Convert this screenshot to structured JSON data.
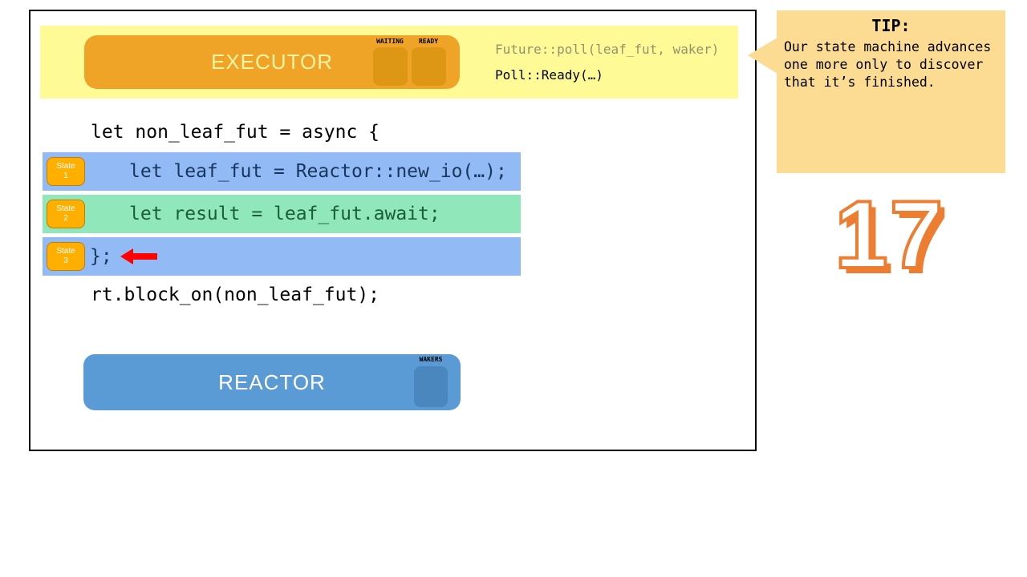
{
  "slide": {
    "executor": {
      "title": "EXECUTOR",
      "waiting_label": "WAITING",
      "ready_label": "READY",
      "poll_call_old": "Future::poll(leaf_fut, waker)",
      "poll_result_new": "Poll::Ready(…)"
    },
    "code": {
      "line_open": "let non_leaf_fut = async {",
      "rows": [
        {
          "state_label": "State",
          "state_num": "1",
          "code": "let leaf_fut = Reactor::new_io(…);"
        },
        {
          "state_label": "State",
          "state_num": "2",
          "code": "let result = leaf_fut.await;"
        },
        {
          "state_label": "State",
          "state_num": "3",
          "code": "};"
        }
      ],
      "line_block_on": "rt.block_on(non_leaf_fut);"
    },
    "reactor": {
      "title": "REACTOR",
      "wakers_label": "WAKERS"
    }
  },
  "tip": {
    "title": "TIP:",
    "body_lines": [
      "Our state machine advances",
      "one more only to discover",
      "that it’s finished."
    ]
  },
  "page_number": "17",
  "colors": {
    "banner_bg": "#FEFB96",
    "executor_bg": "#EFA327",
    "executor_slot_bg": "#DD9714",
    "row_blue_bg": "#92BAF4",
    "row_blue_text": "#17365D",
    "row_green_bg": "#90E8BA",
    "row_green_text": "#1A5E38",
    "state_badge_bg": "#FFAF00",
    "reactor_bg": "#5B9BD5",
    "reactor_slot_bg": "#4A87BE",
    "tip_bg": "#FBDC92",
    "page_number_accent": "#ED7D31",
    "arrow_red": "#FF0000"
  }
}
